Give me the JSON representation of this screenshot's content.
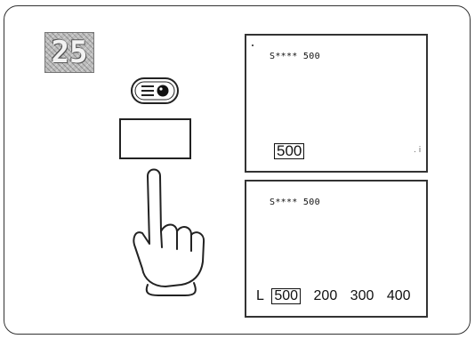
{
  "step_badge": {
    "number": "25"
  },
  "top_display": {
    "header": "S**** 500",
    "selected_value": "500",
    "corner_mark": ". i"
  },
  "bottom_display": {
    "header": "S**** 500",
    "row_label": "L",
    "options": [
      "500",
      "200",
      "300",
      "400"
    ],
    "selected_index": 0
  },
  "icons": {
    "lamp_switch": "lamp-switch-icon",
    "pointing_hand": "pointing-hand-icon"
  },
  "colors": {
    "ink": "#222222",
    "badge": "#bdbdbd"
  }
}
